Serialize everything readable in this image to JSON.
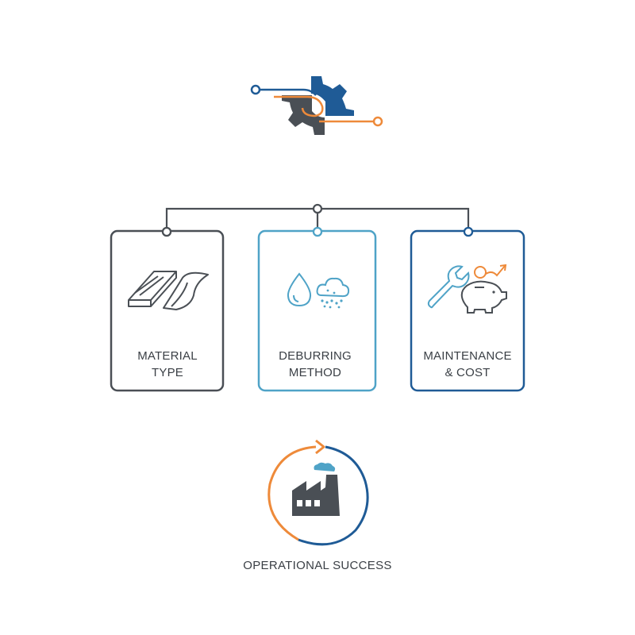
{
  "colors": {
    "dark_gray": "#4a4f55",
    "light_blue": "#4fa3c7",
    "navy": "#1f5b96",
    "orange": "#ee8a3a"
  },
  "top_logo": {
    "icon": "gear-circuit-icon"
  },
  "cards": [
    {
      "label_line1": "MATERIAL",
      "label_line2": "TYPE",
      "icon": "material-sheets-icon",
      "border_color": "#4a4f55"
    },
    {
      "label_line1": "DEBURRING",
      "label_line2": "METHOD",
      "icon": "water-drop-cloud-icon",
      "border_color": "#4fa3c7"
    },
    {
      "label_line1": "MAINTENANCE",
      "label_line2": "& COST",
      "icon": "wrench-piggy-bank-icon",
      "border_color": "#1f5b96"
    }
  ],
  "outcome": {
    "label": "OPERATIONAL SUCCESS",
    "icon": "factory-cycle-icon"
  }
}
